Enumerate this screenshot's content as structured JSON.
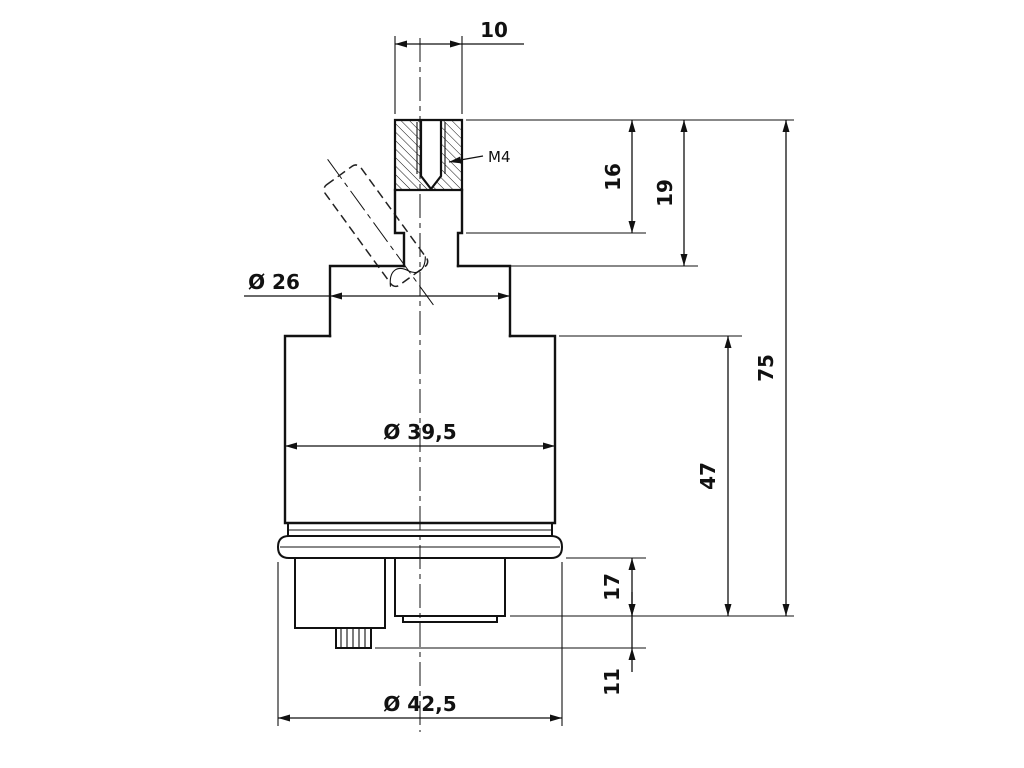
{
  "dims": {
    "d10": "10",
    "m4": "M4",
    "d16": "16",
    "d19": "19",
    "dia26": "Ø 26",
    "dia395": "Ø 39,5",
    "d47": "47",
    "d75": "75",
    "d17": "17",
    "d11": "11",
    "dia425": "Ø 42,5"
  },
  "colors": {
    "line": "#111111",
    "background": "#ffffff"
  }
}
